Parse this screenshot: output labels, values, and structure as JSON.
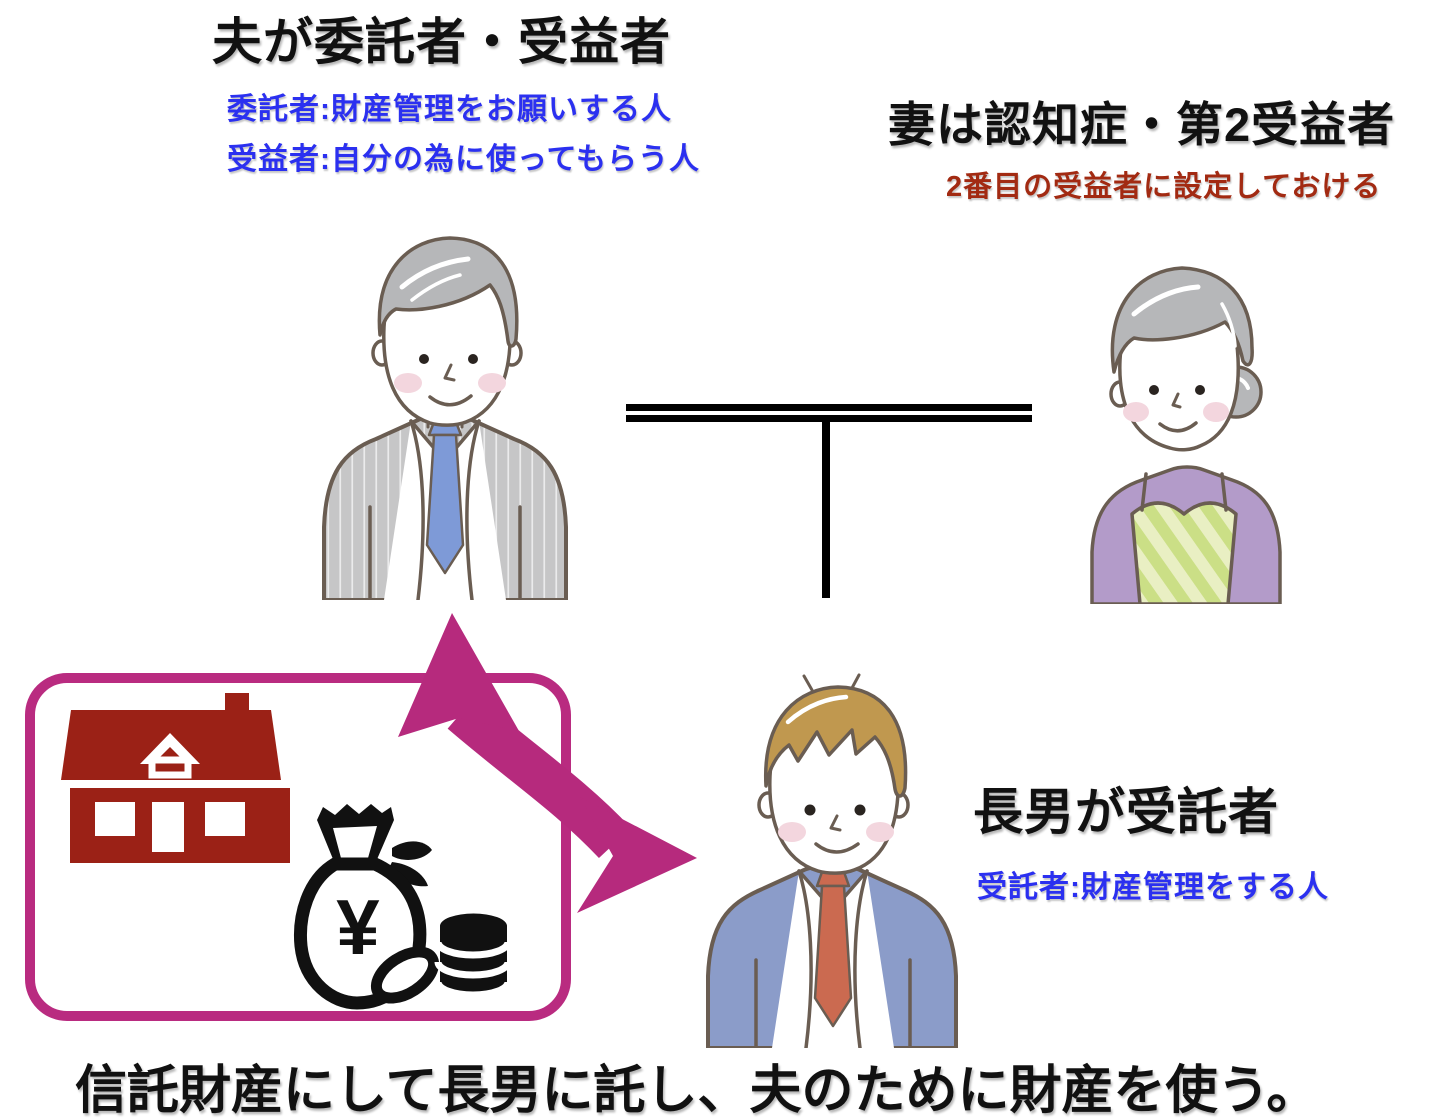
{
  "page": {
    "background": "#ffffff",
    "language": "ja"
  },
  "husband_section": {
    "title": "夫が委託者・受益者",
    "notes": [
      "委託者:財産管理をお願いする人",
      "受益者:自分の為に使ってもらう人"
    ],
    "note_color": "#2b30f0",
    "figure": "elderly-man-in-gray-pinstripe-suit-blue-tie"
  },
  "wife_section": {
    "title": "妻は認知症・第2受益者",
    "note": "2番目の受益者に設定しておける",
    "note_color": "#a22a12",
    "figure": "elderly-woman-purple-top-green-striped-apron"
  },
  "son_section": {
    "title": "長男が受託者",
    "note": "受託者:財産管理をする人",
    "note_color": "#2b30f0",
    "figure": "young-man-in-blue-suit-red-tie"
  },
  "family_tree": {
    "marriage_line": "double-horizontal",
    "descent_line": "vertical",
    "color": "#000000"
  },
  "assets_box": {
    "border_color": "#b92b80",
    "yen_symbol": "¥",
    "icons": [
      "house-icon",
      "money-bag-icon",
      "coin-icon",
      "coin-stack-icon"
    ],
    "house_color": "#9b2116",
    "icon_color": "#111111"
  },
  "arrows": {
    "color": "#b62a7d",
    "directions": [
      "curved-up-to-husband",
      "curved-right-to-son"
    ]
  },
  "footer": {
    "text": "信託財産にして長男に託し、夫のために財産を使う。"
  },
  "colors": {
    "title_text": "#111111",
    "blue_note": "#2b30f0",
    "red_note": "#a22a12",
    "magenta": "#b62a7d"
  }
}
